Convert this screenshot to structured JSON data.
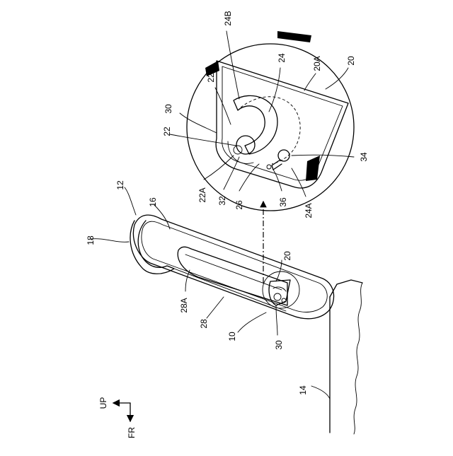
{
  "labels": {
    "l12": "12",
    "l14": "14",
    "l16": "16",
    "l18": "18",
    "l10": "10",
    "l20_main": "20",
    "l28": "28",
    "l28A": "28A",
    "l30_main": "30",
    "l20_detail": "20",
    "l20A": "20A",
    "l24": "24",
    "l24B": "24B",
    "l22B": "22B",
    "l30_detail": "30",
    "l22": "22",
    "l22A": "22A",
    "l32": "32",
    "l26": "26",
    "l36": "36",
    "l24A": "24A",
    "l34": "34"
  },
  "orientation": {
    "up": "UP",
    "fr": "FR"
  }
}
